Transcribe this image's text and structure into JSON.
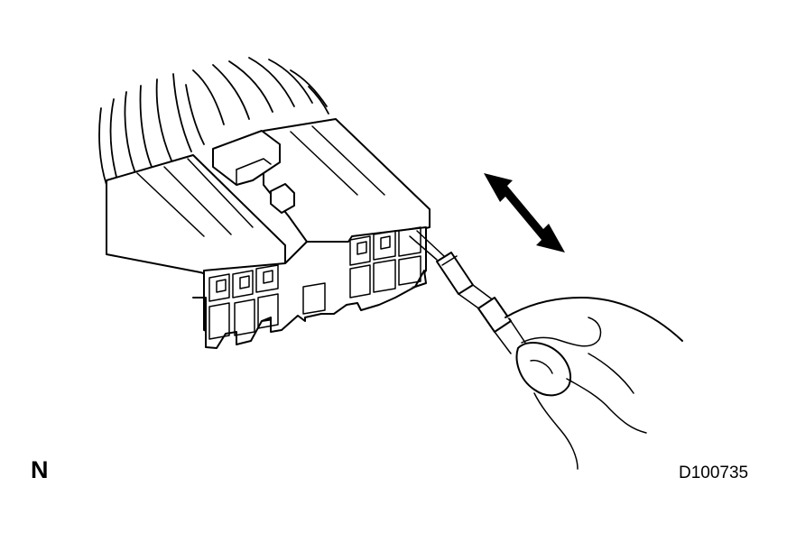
{
  "view_label": "N",
  "figure_code": "D100735",
  "icons": {
    "connector": "wire-harness-connector-illustration",
    "motion": "double-headed-arrow-icon",
    "hand": "hand-holding-terminal-illustration"
  },
  "colors": {
    "line": "#000000",
    "background": "#ffffff"
  }
}
